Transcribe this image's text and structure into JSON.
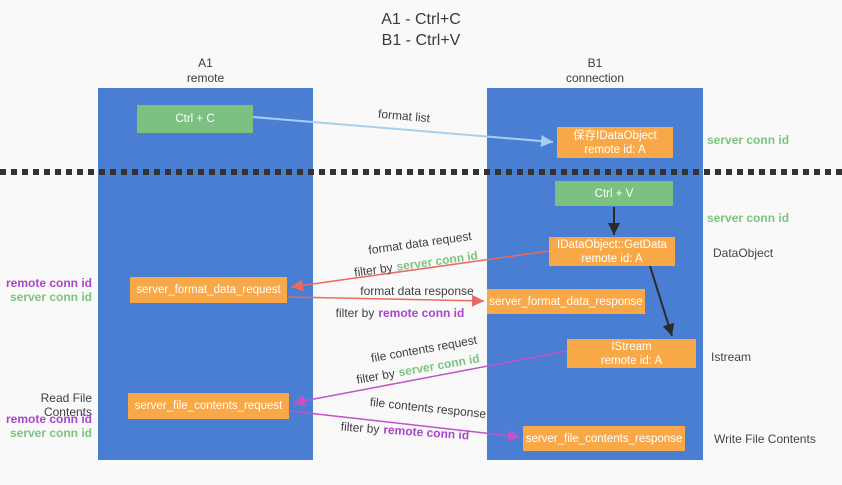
{
  "title": {
    "line1": "A1 - Ctrl+C",
    "line2": "B1 - Ctrl+V"
  },
  "lanes": {
    "a": {
      "name": "A1",
      "role": "remote"
    },
    "b": {
      "name": "B1",
      "role": "connection"
    }
  },
  "nodes": {
    "ctrl_c": {
      "label": "Ctrl + C"
    },
    "ctrl_v": {
      "label": "Ctrl + V"
    },
    "save_idataobject": {
      "line1": "保存IDataObject",
      "line2": "remote id: A"
    },
    "idataobject_getdata": {
      "line1": "IDataObject::GetData",
      "line2": "remote id: A"
    },
    "istream": {
      "line1": "IStream",
      "line2": "remote id: A"
    },
    "server_format_data_request": {
      "label": "server_format_data_request"
    },
    "server_format_data_response": {
      "label": "server_format_data_response"
    },
    "server_file_contents_request": {
      "label": "server_file_contents_request"
    },
    "server_file_contents_response": {
      "label": "server_file_contents_response"
    }
  },
  "flow_labels": {
    "format_list": "format list",
    "format_data_request": "format data request",
    "format_data_response": "format data response",
    "file_contents_request": "file contents request",
    "file_contents_response": "file contents response",
    "filter_by": "filter by",
    "server_conn_id": "server conn id",
    "remote_conn_id": "remote conn id"
  },
  "side_labels": {
    "server_conn_id_top_right": "server conn id",
    "server_conn_id_mid_right": "server conn id",
    "dataobject": "DataObject",
    "istream": "Istream",
    "write_file_contents": "Write File Contents",
    "read_file_contents": "Read File Contents",
    "remote_conn_id_left_top": "remote conn id",
    "server_conn_id_left_top": "server conn id",
    "remote_conn_id_left_bottom": "remote conn id",
    "server_conn_id_left_bottom": "server conn id"
  },
  "colors": {
    "lane_blue": "#4a7ed3",
    "node_green": "#7dc182",
    "node_orange": "#f9a847",
    "conn_id_green": "#7cc47f",
    "conn_id_purple": "#aa46c8",
    "arrow_red": "#e96a5f",
    "arrow_magenta": "#c253c9",
    "arrow_light_blue": "#a5d0f0",
    "arrow_black": "#2a2a2a"
  }
}
